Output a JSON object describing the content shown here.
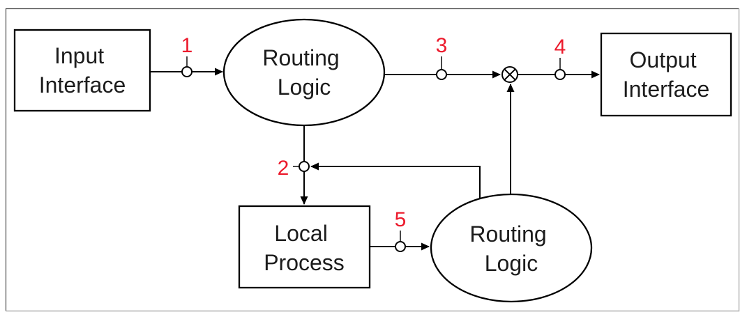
{
  "diagram": {
    "colors": {
      "line": "#000000",
      "text": "#1c1c1c",
      "port_label_red": "#ec1b2d",
      "shape_fill": "#ffffff",
      "frame_dark": "#4a4a4a",
      "frame_light": "#b0b0b0"
    },
    "nodes": {
      "input_interface": {
        "lines": [
          "Input",
          "Interface"
        ]
      },
      "routing_logic_top": {
        "lines": [
          "Routing",
          "Logic"
        ]
      },
      "output_interface": {
        "lines": [
          "Output",
          "Interface"
        ]
      },
      "local_process": {
        "lines": [
          "Local",
          "Process"
        ]
      },
      "routing_logic_bottom": {
        "lines": [
          "Routing",
          "Logic"
        ]
      }
    },
    "junction": {
      "icon": "circled-times-icon"
    },
    "ports": {
      "p1": "1",
      "p2": "2",
      "p3": "3",
      "p4": "4",
      "p5": "5"
    }
  }
}
